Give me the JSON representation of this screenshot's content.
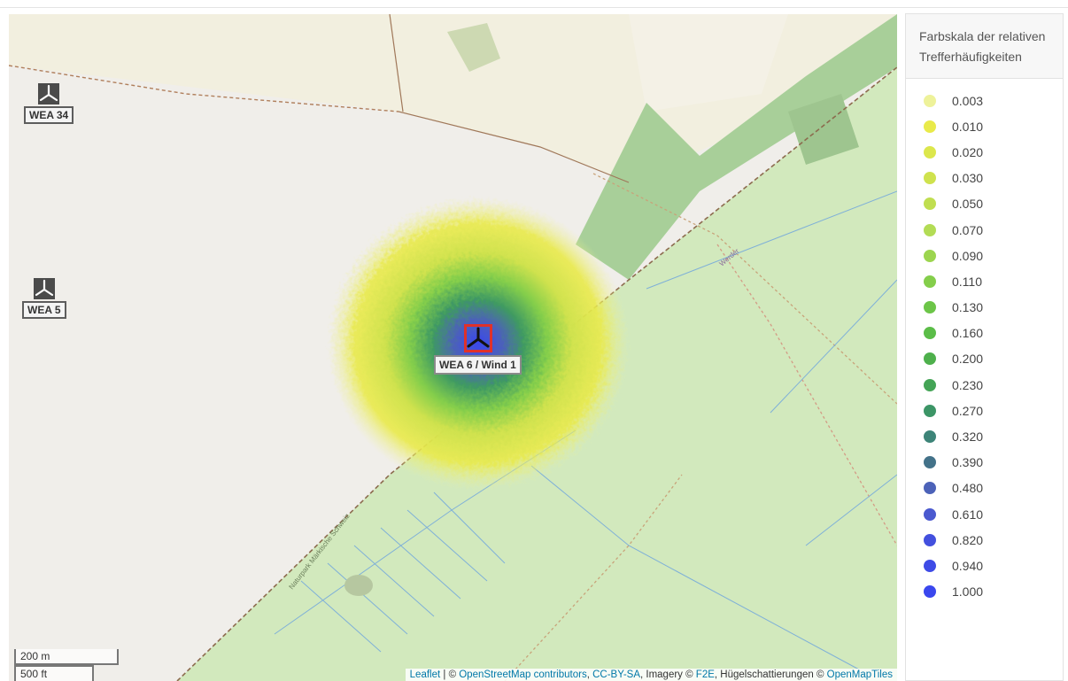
{
  "map": {
    "markers": [
      {
        "label": "WEA 34"
      },
      {
        "label": "WEA 5"
      }
    ],
    "target": {
      "label": "WEA 6 / Wind 1"
    },
    "road_label": "Werder",
    "park_label": "Naturpark Märkische Schweiz",
    "scale": {
      "metric": "200 m",
      "imperial": "500 ft"
    },
    "attribution": {
      "leaflet": "Leaflet",
      "sep1": " | © ",
      "osm": "OpenStreetMap contributors",
      "sep2": ", ",
      "license": "CC-BY-SA",
      "imagery": ", Imagery © ",
      "f2e": "F2E",
      "hill": ", Hügelschattierungen © ",
      "omt": "OpenMapTiles"
    }
  },
  "legend": {
    "title": "Farbskala der relativen Trefferhäufigkeiten",
    "items": [
      {
        "value": "0.003",
        "color": "#eef29a"
      },
      {
        "value": "0.010",
        "color": "#e9ea4a"
      },
      {
        "value": "0.020",
        "color": "#dce74c"
      },
      {
        "value": "0.030",
        "color": "#cfe24e"
      },
      {
        "value": "0.050",
        "color": "#c0de50"
      },
      {
        "value": "0.070",
        "color": "#b3dc55"
      },
      {
        "value": "0.090",
        "color": "#9cd54f"
      },
      {
        "value": "0.110",
        "color": "#84ce4b"
      },
      {
        "value": "0.130",
        "color": "#6cc548"
      },
      {
        "value": "0.160",
        "color": "#5bbd48"
      },
      {
        "value": "0.200",
        "color": "#4eb04c"
      },
      {
        "value": "0.230",
        "color": "#44a456"
      },
      {
        "value": "0.270",
        "color": "#3c9566"
      },
      {
        "value": "0.320",
        "color": "#3d8478"
      },
      {
        "value": "0.390",
        "color": "#437289"
      },
      {
        "value": "0.480",
        "color": "#4c62b8"
      },
      {
        "value": "0.610",
        "color": "#4a59cf"
      },
      {
        "value": "0.820",
        "color": "#4350de"
      },
      {
        "value": "0.940",
        "color": "#3e4be6"
      },
      {
        "value": "1.000",
        "color": "#3a47ee"
      }
    ]
  }
}
